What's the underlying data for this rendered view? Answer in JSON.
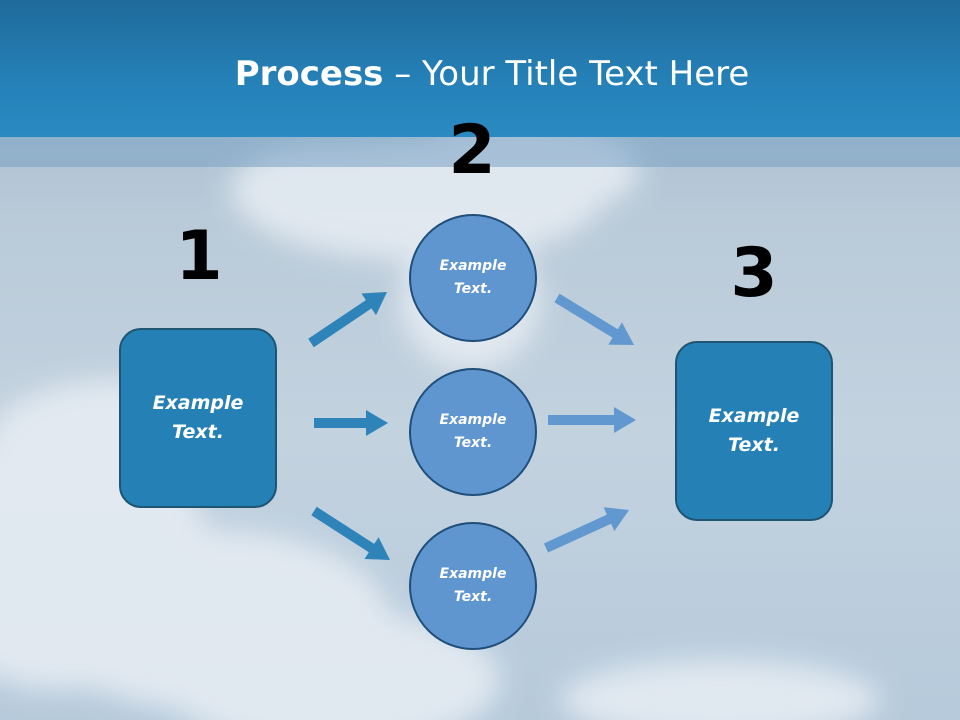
{
  "title": {
    "bold": "Process",
    "rest": " – Your Title Text Here"
  },
  "steps": [
    {
      "number": "1",
      "text": "Example Text."
    },
    {
      "number": "2",
      "text": "Example Text."
    },
    {
      "number": "3",
      "text": "Example Text."
    }
  ],
  "circles": [
    "Example Text.",
    "Example Text.",
    "Example Text."
  ],
  "colors": {
    "header": "#2581b8",
    "box_fill": "#2580b5",
    "circle_fill": "#6096cf",
    "arrow_left": "#2e84b8",
    "arrow_right": "#6198cf"
  },
  "icons": [
    "arrow-icon"
  ]
}
